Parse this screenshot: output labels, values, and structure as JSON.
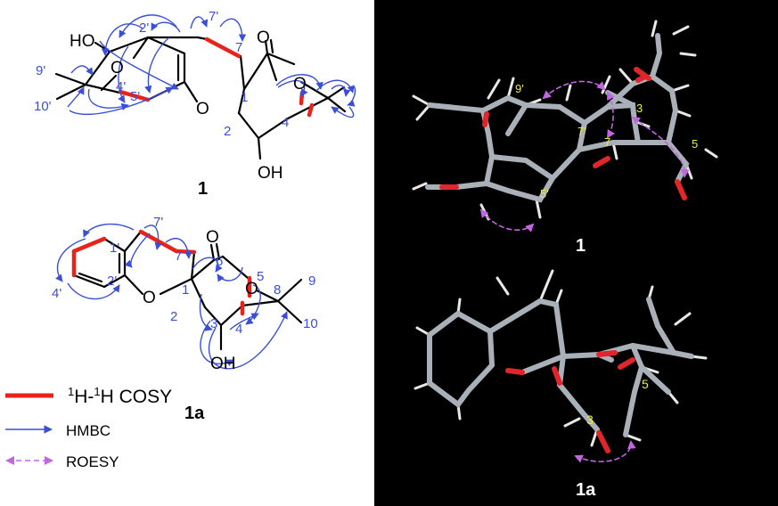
{
  "colors": {
    "bond": "#000000",
    "hmbc": "#3a4fd8",
    "cosy": "#e8231b",
    "roesy": "#c066e0",
    "model_bg": "#000000",
    "carbon": "#a9b0b8",
    "hydrogen": "#e8e8e8",
    "oxygen": "#e0262a",
    "model_label": "#f0f020"
  },
  "compound1": {
    "number": "1",
    "atoms": {
      "ho": "HO",
      "o_bridge": "O",
      "o_ring": "O",
      "o_ketone": "O",
      "o_right": "O",
      "oh": "OH"
    },
    "positions": [
      "2'",
      "7'",
      "7",
      "9'",
      "4'",
      "5'",
      "10'",
      "1",
      "2",
      "4"
    ]
  },
  "compound1a": {
    "number": "1a",
    "atoms": {
      "o_ketone": "O",
      "o_ring": "O",
      "o_right": "O",
      "oh": "OH"
    },
    "positions": [
      "7'",
      "1'",
      "7",
      "6",
      "5",
      "2'",
      "4'",
      "1",
      "8",
      "9",
      "2",
      "3",
      "4",
      "10"
    ]
  },
  "legend": {
    "cosy": {
      "prefix": "1",
      "h1": "H-",
      "sup2": "1",
      "suffix": "H COSY"
    },
    "hmbc": "HMBC",
    "roesy": "ROESY"
  },
  "models": {
    "top": {
      "number": "1",
      "labels": [
        "9'",
        "3",
        "7'",
        "7",
        "5",
        "5'"
      ]
    },
    "bottom": {
      "number": "1a",
      "labels": [
        "5",
        "3"
      ]
    }
  }
}
